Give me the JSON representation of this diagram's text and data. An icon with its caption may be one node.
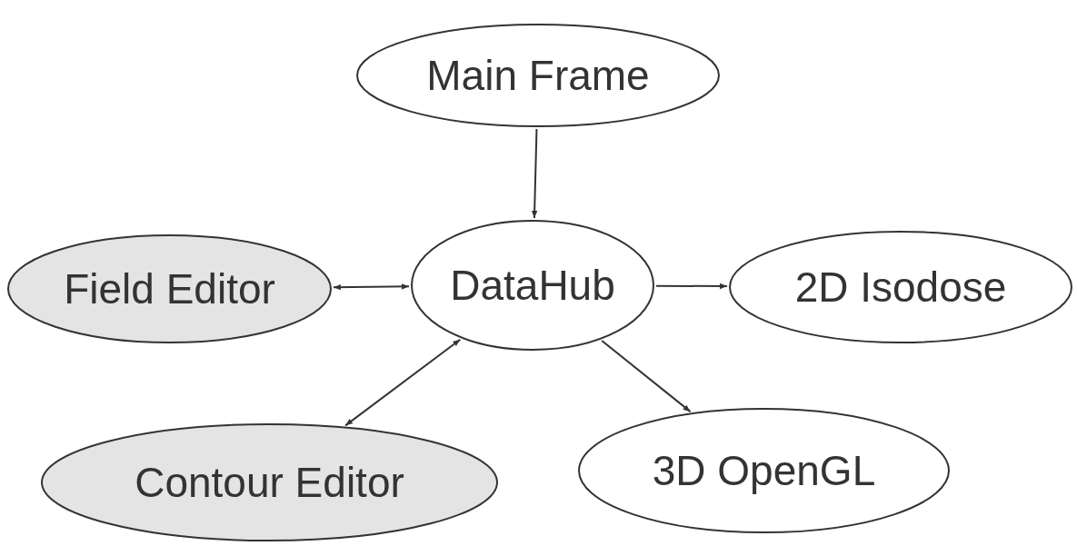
{
  "diagram": {
    "nodes": [
      {
        "text": [
          "Main Frame"
        ]
      },
      {
        "text": [
          "DataHub"
        ]
      },
      {
        "text": [
          "Field Editor"
        ]
      },
      {
        "text": [
          "2D Isodose"
        ]
      },
      {
        "text": [
          "Contour Editor"
        ]
      },
      {
        "text": [
          "3D OpenGL"
        ]
      }
    ],
    "edges": [
      {
        "from": 0,
        "to": 1,
        "arrow": "to"
      },
      {
        "from": 2,
        "to": 1,
        "arrow": "both"
      },
      {
        "from": 1,
        "to": 3,
        "arrow": "to"
      },
      {
        "from": 4,
        "to": 1,
        "arrow": "both"
      },
      {
        "from": 1,
        "to": 5,
        "arrow": "to"
      }
    ]
  }
}
